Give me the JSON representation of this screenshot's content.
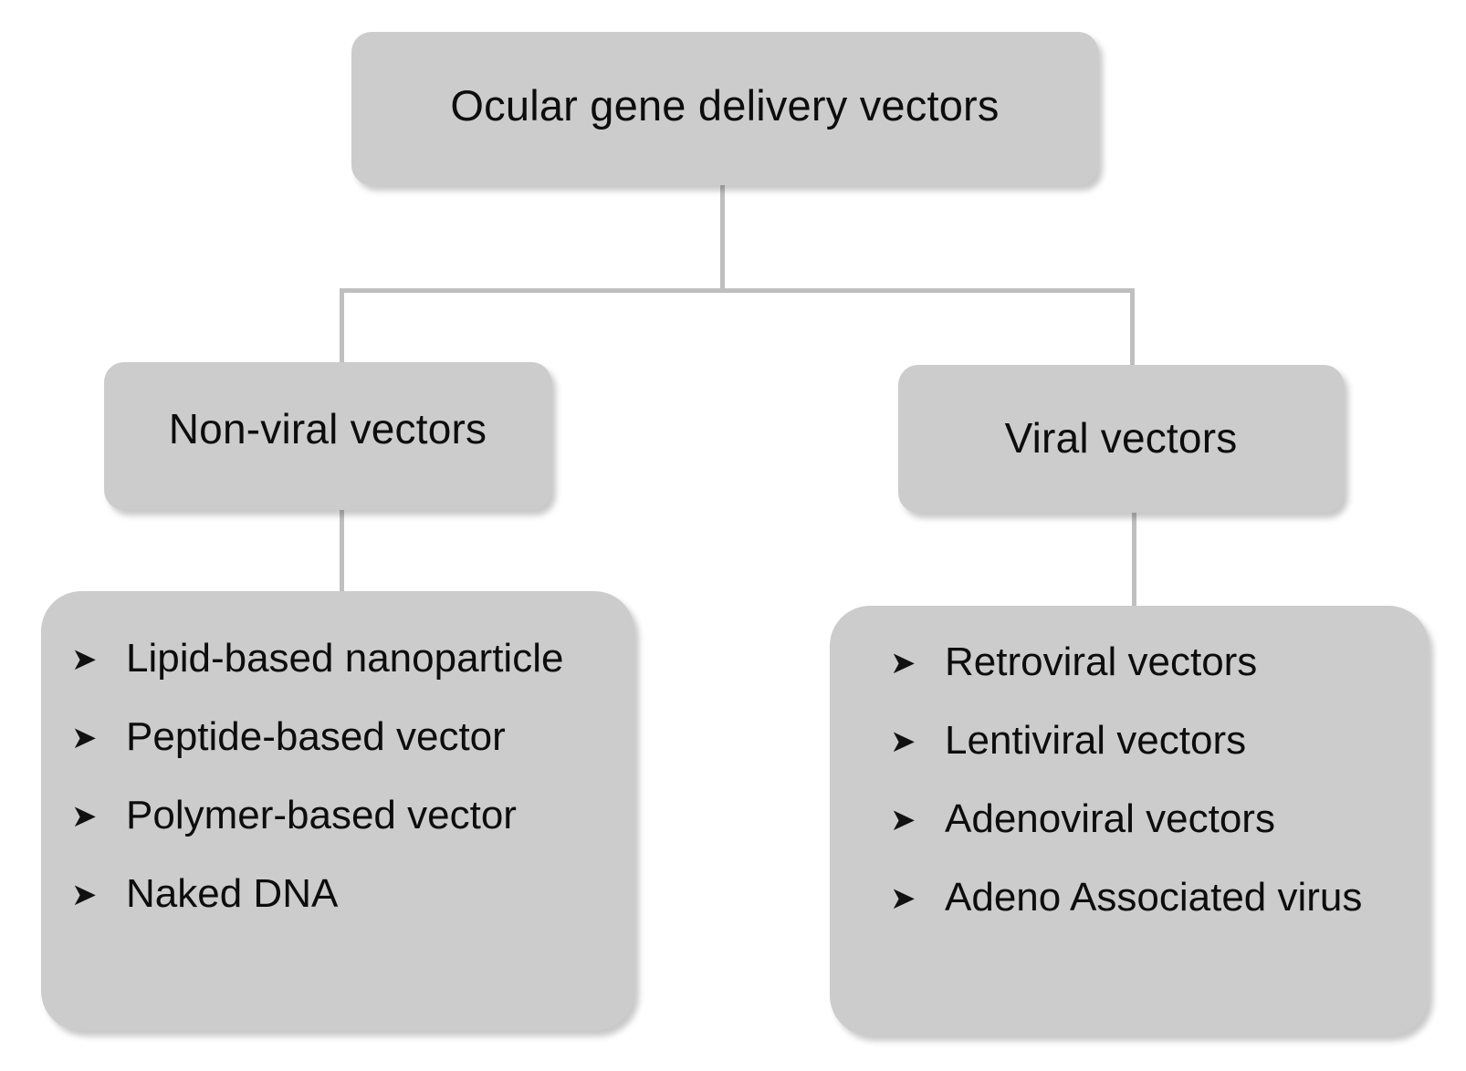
{
  "diagram": {
    "title": "Ocular gene delivery vectors",
    "bullet_glyph": "➤",
    "colors": {
      "node_fill": "#cccccc",
      "connector": "#bfbfbf",
      "text": "#0d0d0d",
      "background": "#ffffff"
    },
    "root": {
      "label": "Ocular gene delivery vectors"
    },
    "branches": [
      {
        "label": "Non-viral vectors",
        "items": [
          "Lipid-based nanoparticle",
          "Peptide-based vector",
          "Polymer-based vector",
          "Naked DNA"
        ]
      },
      {
        "label": "Viral vectors",
        "items": [
          "Retroviral vectors",
          "Lentiviral vectors",
          "Adenoviral vectors",
          "Adeno Associated virus"
        ]
      }
    ]
  }
}
